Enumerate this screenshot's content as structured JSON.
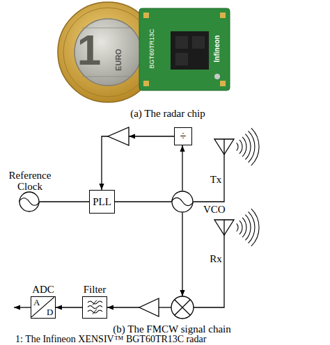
{
  "diagram": {
    "caption": "1: The Infineon XENSIV™ BGT60TR13C radar",
    "nodes": [
      {
        "text": [
          "Reference Clock"
        ]
      },
      {
        "text": [
          "PLL"
        ]
      },
      {
        "text": [
          "÷"
        ]
      },
      {
        "text": [
          "VCO"
        ]
      },
      {
        "text": [
          "Filter"
        ]
      },
      {
        "text": [
          "ADC",
          "A",
          "D"
        ]
      }
    ],
    "edges": [
      {
        "from": 0,
        "to": 1,
        "arrow": "none"
      },
      {
        "from": 1,
        "to": 3,
        "arrow": "none"
      },
      {
        "from": 3,
        "to": 2,
        "arrow": "to"
      },
      {
        "from": 4,
        "to": 5,
        "arrow": "to"
      }
    ],
    "labels": [
      "1",
      "EURO",
      "BGT60TR13C",
      "Infineon",
      "(a) The radar chip",
      "Tx",
      "Rx",
      "(b) The FMCW signal chain"
    ]
  }
}
